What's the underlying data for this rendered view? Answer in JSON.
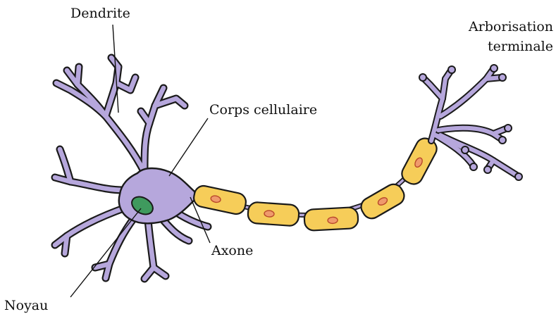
{
  "labels": {
    "dendrite": "Dendrite",
    "corps_cellulaire": "Corps cellulaire",
    "arborisation_line1": "Arborisation",
    "arborisation_line2": "terminale",
    "axone": "Axone",
    "noyau": "Noyau"
  },
  "colors": {
    "cell_body": "#b6a7dc",
    "nucleus": "#3f9a5e",
    "myelin": "#f6cd59",
    "schwann_nucleus": "#ef9a6c",
    "outline": "#1a1a1a"
  }
}
